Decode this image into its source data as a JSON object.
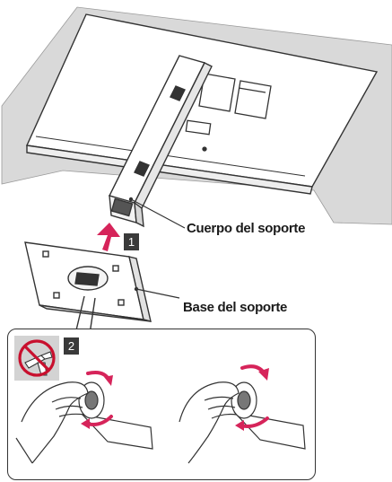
{
  "labels": {
    "stand_body": "Cuerpo del soporte",
    "stand_base": "Base del soporte"
  },
  "steps": [
    "1",
    "2"
  ],
  "icons": {
    "no_tool": "prohibited-screwdriver-icon",
    "arrow_up": "arrow-up-icon",
    "rotate": "rotate-arrows-icon"
  },
  "colors": {
    "arrow": "#d6245a",
    "outline": "#333333",
    "shade": "#d9d9d9",
    "prohibit": "#c8102e"
  }
}
